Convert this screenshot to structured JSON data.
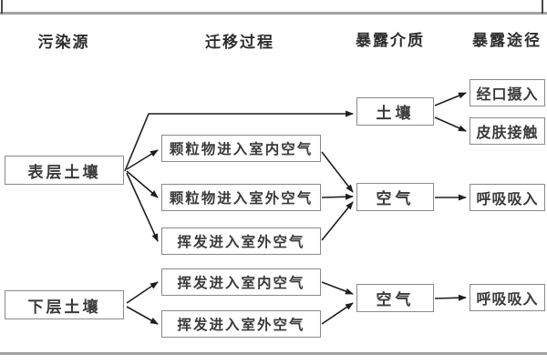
{
  "headers": {
    "pollution_source": "污染源",
    "migration_process": "迁移过程",
    "exposure_medium": "暴露介质",
    "exposure_pathway": "暴露途径"
  },
  "nodes": {
    "surface_soil": "表层土壤",
    "deep_soil": "下层土壤",
    "particles_to_indoor_air": "颗粒物进入室内空气",
    "particles_to_outdoor_air": "颗粒物进入室外空气",
    "volatilization_to_outdoor_air_top": "挥发进入室外空气",
    "volatilization_to_indoor_air": "挥发进入室内空气",
    "volatilization_to_outdoor_air_bottom": "挥发进入室外空气",
    "medium_soil": "土壤",
    "medium_air_top": "空气",
    "medium_air_bottom": "空气",
    "oral_ingestion": "经口摄入",
    "dermal_contact": "皮肤接触",
    "inhalation_top": "呼吸吸入",
    "inhalation_bottom": "呼吸吸入"
  },
  "edges": [
    {
      "from": "surface_soil",
      "to": "medium_soil"
    },
    {
      "from": "surface_soil",
      "to": "particles_to_indoor_air"
    },
    {
      "from": "surface_soil",
      "to": "particles_to_outdoor_air"
    },
    {
      "from": "surface_soil",
      "to": "volatilization_to_outdoor_air_top"
    },
    {
      "from": "particles_to_indoor_air",
      "to": "medium_air_top"
    },
    {
      "from": "particles_to_outdoor_air",
      "to": "medium_air_top"
    },
    {
      "from": "volatilization_to_outdoor_air_top",
      "to": "medium_air_top"
    },
    {
      "from": "medium_soil",
      "to": "oral_ingestion"
    },
    {
      "from": "medium_soil",
      "to": "dermal_contact"
    },
    {
      "from": "medium_air_top",
      "to": "inhalation_top"
    },
    {
      "from": "deep_soil",
      "to": "volatilization_to_indoor_air"
    },
    {
      "from": "deep_soil",
      "to": "volatilization_to_outdoor_air_bottom"
    },
    {
      "from": "volatilization_to_indoor_air",
      "to": "medium_air_bottom"
    },
    {
      "from": "volatilization_to_outdoor_air_bottom",
      "to": "medium_air_bottom"
    },
    {
      "from": "medium_air_bottom",
      "to": "inhalation_bottom"
    }
  ],
  "colors": {
    "box_border": "#8a8a8a",
    "text": "#3a3a3a",
    "arrow": "#1f1f1f",
    "frame_line": "#a3a3a3",
    "background": "#ffffff"
  }
}
